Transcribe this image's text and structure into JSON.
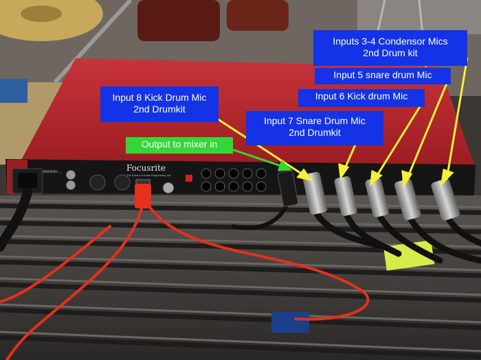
{
  "annotations": {
    "inputs_3_4": "Inputs 3-4 Condensor Mics\n2nd Drum kit",
    "input_5": "Input 5 snare drum Mic",
    "input_6": "Input 6 Kick drum Mic",
    "input_8": "Input 8 Kick Drum Mic\n2nd Drumkit",
    "input_7": "Input 7 Snare Drum Mic\n2nd Drumkit",
    "output": "Output to mixer in"
  },
  "device": {
    "brand": "Focusrite",
    "tagline": "The Sound of Audio Engineering Ltd"
  },
  "colors": {
    "label_blue": "#1433e6",
    "label_green": "#35d63a",
    "arrow_yellow": "#f5f03a",
    "chassis_red": "#b3242b",
    "cable_red": "#e5301e"
  }
}
